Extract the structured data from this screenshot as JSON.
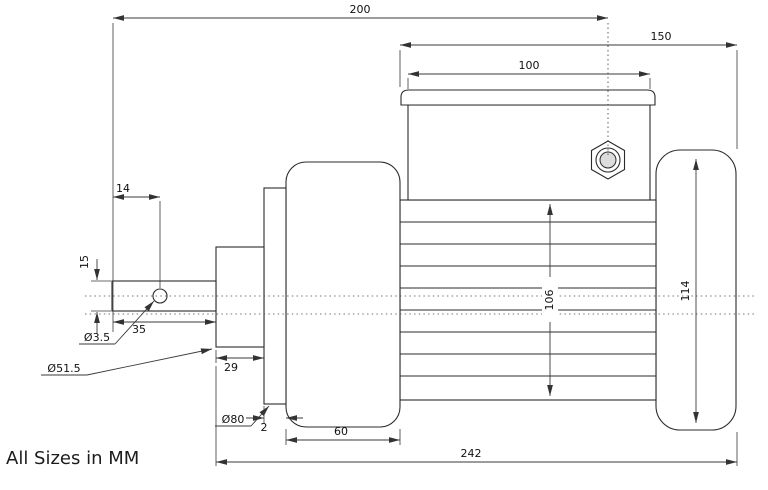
{
  "note": "All Sizes in MM",
  "dimensions": {
    "top_overall": "200",
    "right_section": "150",
    "terminal_box_width": "100",
    "shaft_hole_offset": "14",
    "shaft_diameter": "15",
    "shaft_length": "35",
    "hole_diameter": "Ø3.5",
    "hub_diameter": "Ø51.5",
    "hub_length": "29",
    "boss_diameter": "Ø80",
    "spacer_width": "2",
    "gearbox_length": "60",
    "body_height": "106",
    "endcap_height": "114",
    "bottom_overall": "242"
  }
}
